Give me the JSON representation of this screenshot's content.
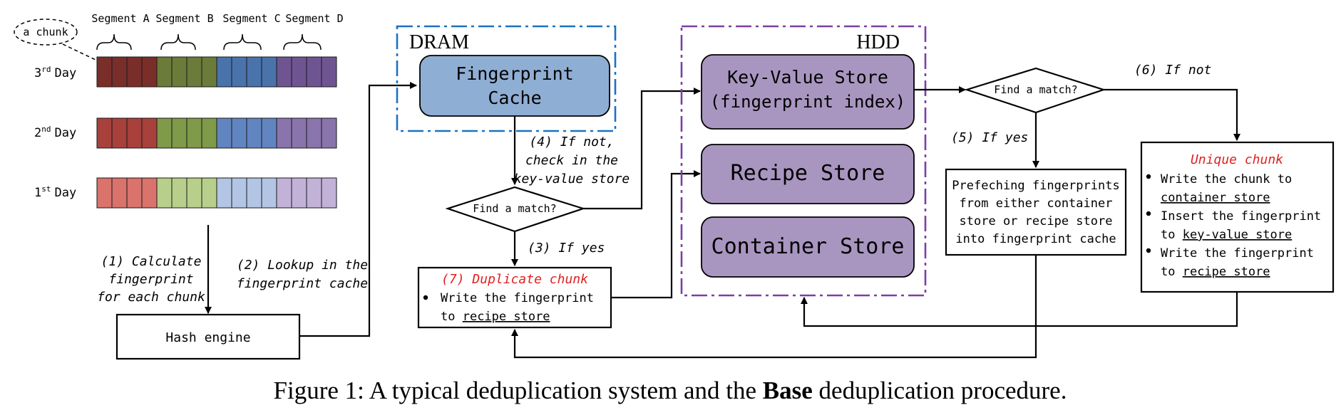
{
  "chunk_label": "a chunk",
  "segments": [
    "Segment A",
    "Segment B",
    "Segment C",
    "Segment D"
  ],
  "days": [
    {
      "num": "3",
      "sup": "rd",
      "word": "Day"
    },
    {
      "num": "2",
      "sup": "nd",
      "word": "Day"
    },
    {
      "num": "1",
      "sup": "st",
      "word": "Day"
    }
  ],
  "chunk_colors": {
    "day3": [
      "#7a2e2a",
      "#6b7b3a",
      "#4a73ab",
      "#6e5592"
    ],
    "day2": [
      "#a8403b",
      "#7f9a49",
      "#6185c0",
      "#8a74ac"
    ],
    "day1": [
      "#d9736b",
      "#b7cf8a",
      "#b3c5e4",
      "#c2b2d8"
    ]
  },
  "dram_label": "DRAM",
  "hdd_label": "HDD",
  "fingerprint_cache": [
    "Fingerprint",
    "Cache"
  ],
  "kv_store": [
    "Key-Value Store",
    "(fingerprint index)"
  ],
  "recipe_store": "Recipe Store",
  "container_store": "Container Store",
  "hash_engine": "Hash engine",
  "find_match": "Find a match?",
  "step1": [
    "(1) Calculate",
    "fingerprint",
    "for each chunk"
  ],
  "step2": [
    "(2) Lookup in the",
    "fingerprint cache"
  ],
  "step3": "(3) If yes",
  "step4": [
    "(4) If not,",
    "check in the",
    "key-value store"
  ],
  "step5": "(5) If yes",
  "step6": "(6) If not",
  "duplicate": {
    "title": "(7) Duplicate chunk",
    "line1": "Write the fingerprint",
    "line2_prefix": "to ",
    "line2_link": "recipe store"
  },
  "prefetch": [
    "Prefeching fingerprints",
    "from either container",
    "store or recipe store",
    "into fingerprint cache"
  ],
  "unique": {
    "title": "Unique chunk",
    "b1_l1": "Write the chunk to",
    "b1_l2": "container store",
    "b2_l1": "Insert the fingerprint",
    "b2_l2_prefix": "to ",
    "b2_l2_link": "key-value store",
    "b3_l1": "Write the fingerprint",
    "b3_l2_prefix": "to ",
    "b3_l2_link": "recipe store"
  },
  "caption": {
    "prefix": "Figure 1: A typical deduplication system and the ",
    "bold": "Base",
    "suffix": " deduplication procedure."
  },
  "colors": {
    "dram_border": "#1a72c4",
    "hdd_border": "#7b3fa6",
    "cache_fill": "#8faed4",
    "store_fill": "#a996c0",
    "highlight_red": "#e02020"
  }
}
